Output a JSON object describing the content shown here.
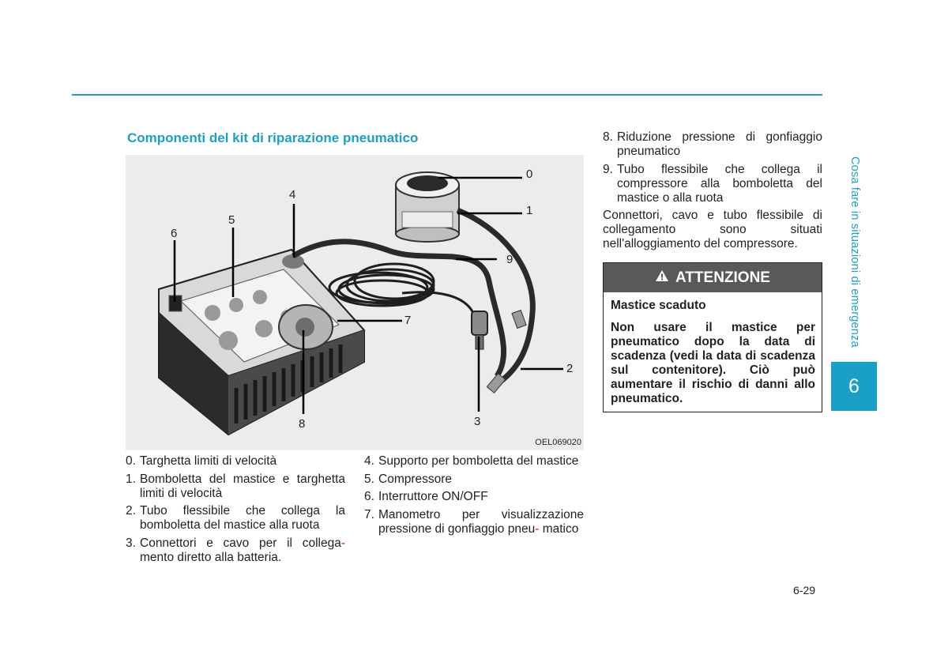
{
  "section_title": "Componenti del kit di riparazione pneumatico",
  "figure": {
    "code": "OEL069020",
    "callouts": [
      "0",
      "1",
      "2",
      "3",
      "4",
      "5",
      "6",
      "7",
      "8",
      "9"
    ]
  },
  "components_col1": [
    {
      "num": "0.",
      "text": "Targhetta limiti di velocità"
    },
    {
      "num": "1.",
      "text": "Bomboletta del mastice e targhetta limiti di velocità"
    },
    {
      "num": "2.",
      "text": "Tubo flessibile che collega la bomboletta del mastice alla ruota"
    },
    {
      "num": "3.",
      "text": "Connettori e cavo per il collega",
      "hyphen": "-",
      "cont": "mento diretto alla batteria."
    }
  ],
  "components_col2": [
    {
      "num": "4.",
      "text": "Supporto per bomboletta del mastice"
    },
    {
      "num": "5.",
      "text": "Compressore"
    },
    {
      "num": "6.",
      "text": "Interruttore ON/OFF"
    },
    {
      "num": "7.",
      "text": "Manometro per visualizzazione pressione di gonfiaggio pneu",
      "hyphen": "-",
      "cont": "matico"
    }
  ],
  "components_col3": [
    {
      "num": "8.",
      "text": "Riduzione pressione di gonfiaggio pneumatico"
    },
    {
      "num": "9.",
      "text": "Tubo flessibile che collega il compressore alla bomboletta del mastice o alla ruota"
    }
  ],
  "note": "Connettori, cavo e tubo flessibile di collegamento sono situati nell'alloggiamento del compressore.",
  "warning": {
    "title": "ATTENZIONE",
    "subtitle": "Mastice scaduto",
    "text": "Non usare il mastice per pneumatico dopo la data di scadenza (vedi la data di scadenza sul contenitore). Ciò può aumentare il rischio di danni allo pneumatico."
  },
  "side_label": "Cosa fare in situazioni di emergenza",
  "chapter": "6",
  "page_number": "6-29",
  "colors": {
    "accent": "#1a9fc9",
    "warning_header": "#58595b",
    "hyphen": "#d0122c"
  }
}
